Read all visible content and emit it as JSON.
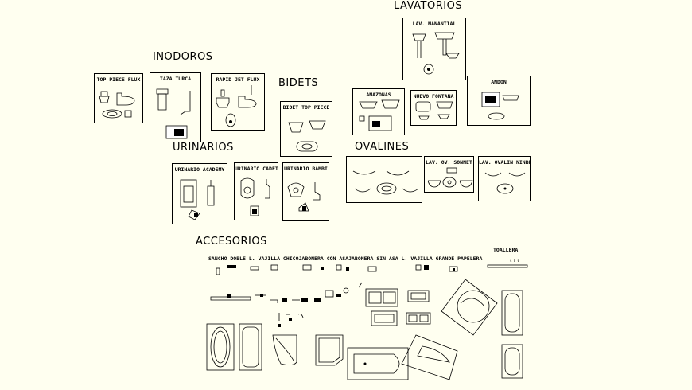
{
  "sections": {
    "lavatorios": "LAVATORIOS",
    "inodoros": "INODOROS",
    "bidets": "BIDETS",
    "urinarios": "URINARIOS",
    "ovalines": "OVALINES",
    "accesorios": "ACCESORIOS"
  },
  "panels": {
    "top_piece_flux": "TOP PIECE FLUX",
    "taza_turca": "TAZA TURCA",
    "rapid_jet_flux": "RAPID JET FLUX",
    "bidet_top_piece": "BIDET TOP PIECE",
    "lav_manantial": "LAV. MANANTIAL",
    "amazonas": "AMAZONAS",
    "nuevo_fontana": "NUEVO FONTANA",
    "andon": "ANDON",
    "urinario_academy": "URINARIO ACADEMY",
    "urinario_cadet": "URINARIO CADET",
    "urinario_bambi": "URINARIO BAMBI",
    "lav_ov_sonnet": "LAV. OV. SONNET",
    "lav_ovalin_ninbell": "LAV. OVALIN NINBELL"
  },
  "accessory_labels": {
    "row": "SANCHO DOBLE  L. VAJILLA CHICOJABONERA CON ASAJABONERA SIN ASA  L. VAJILLA GRANDE  PAPELERA",
    "toallera": "TOALLERA"
  }
}
